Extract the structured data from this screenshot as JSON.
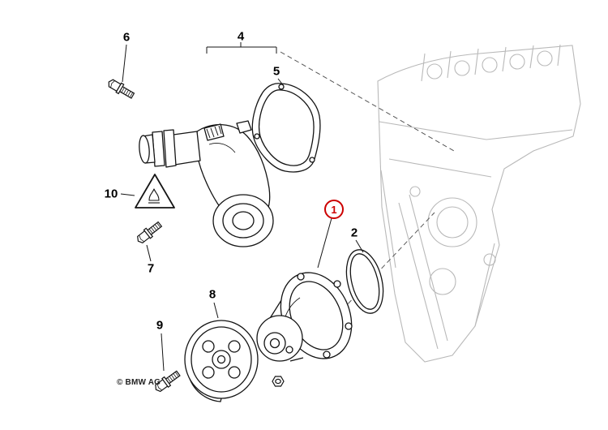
{
  "diagram": {
    "watermark": "© BMW AG",
    "highlight_color": "#cc0000",
    "line_color": "#141414",
    "faded_color": "#b9b9b9",
    "callouts": [
      {
        "label": "6",
        "highlighted": false
      },
      {
        "label": "4",
        "highlighted": false
      },
      {
        "label": "5",
        "highlighted": false
      },
      {
        "label": "10",
        "highlighted": false
      },
      {
        "label": "7",
        "highlighted": false
      },
      {
        "label": "1",
        "highlighted": true
      },
      {
        "label": "2",
        "highlighted": false
      },
      {
        "label": "8",
        "highlighted": false
      },
      {
        "label": "9",
        "highlighted": false
      }
    ]
  }
}
